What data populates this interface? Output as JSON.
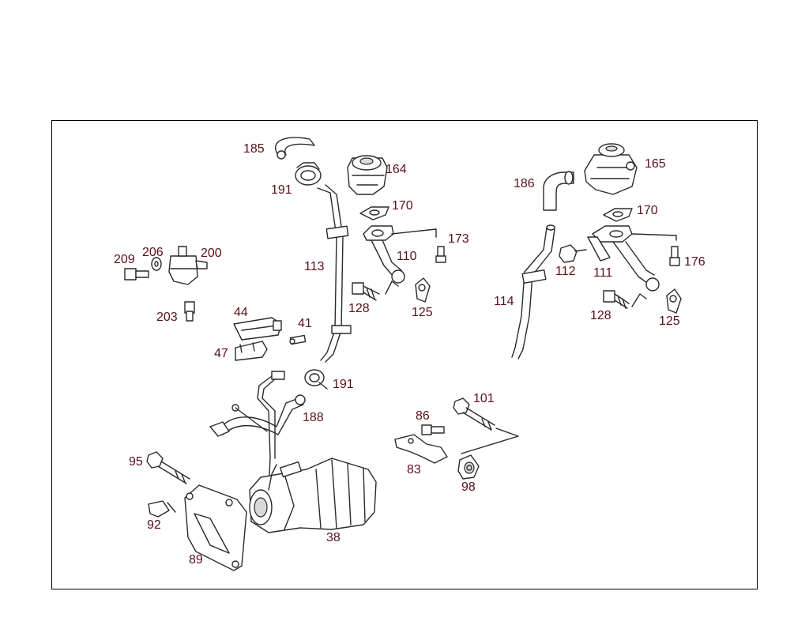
{
  "diagram": {
    "labels": [
      {
        "id": "185",
        "text": "185"
      },
      {
        "id": "191a",
        "text": "191"
      },
      {
        "id": "164",
        "text": "164"
      },
      {
        "id": "170a",
        "text": "170"
      },
      {
        "id": "173",
        "text": "173"
      },
      {
        "id": "110",
        "text": "110"
      },
      {
        "id": "113",
        "text": "113"
      },
      {
        "id": "128a",
        "text": "128"
      },
      {
        "id": "125a",
        "text": "125"
      },
      {
        "id": "186",
        "text": "186"
      },
      {
        "id": "165",
        "text": "165"
      },
      {
        "id": "170b",
        "text": "170"
      },
      {
        "id": "176",
        "text": "176"
      },
      {
        "id": "112",
        "text": "112"
      },
      {
        "id": "111",
        "text": "111"
      },
      {
        "id": "114",
        "text": "114"
      },
      {
        "id": "128b",
        "text": "128"
      },
      {
        "id": "125b",
        "text": "125"
      },
      {
        "id": "209",
        "text": "209"
      },
      {
        "id": "206",
        "text": "206"
      },
      {
        "id": "200",
        "text": "200"
      },
      {
        "id": "203",
        "text": "203"
      },
      {
        "id": "44",
        "text": "44"
      },
      {
        "id": "41",
        "text": "41"
      },
      {
        "id": "47",
        "text": "47"
      },
      {
        "id": "191b",
        "text": "191"
      },
      {
        "id": "188",
        "text": "188"
      },
      {
        "id": "101",
        "text": "101"
      },
      {
        "id": "86",
        "text": "86"
      },
      {
        "id": "83",
        "text": "83"
      },
      {
        "id": "98",
        "text": "98"
      },
      {
        "id": "95",
        "text": "95"
      },
      {
        "id": "92",
        "text": "92"
      },
      {
        "id": "38",
        "text": "38"
      },
      {
        "id": "89",
        "text": "89"
      }
    ]
  }
}
